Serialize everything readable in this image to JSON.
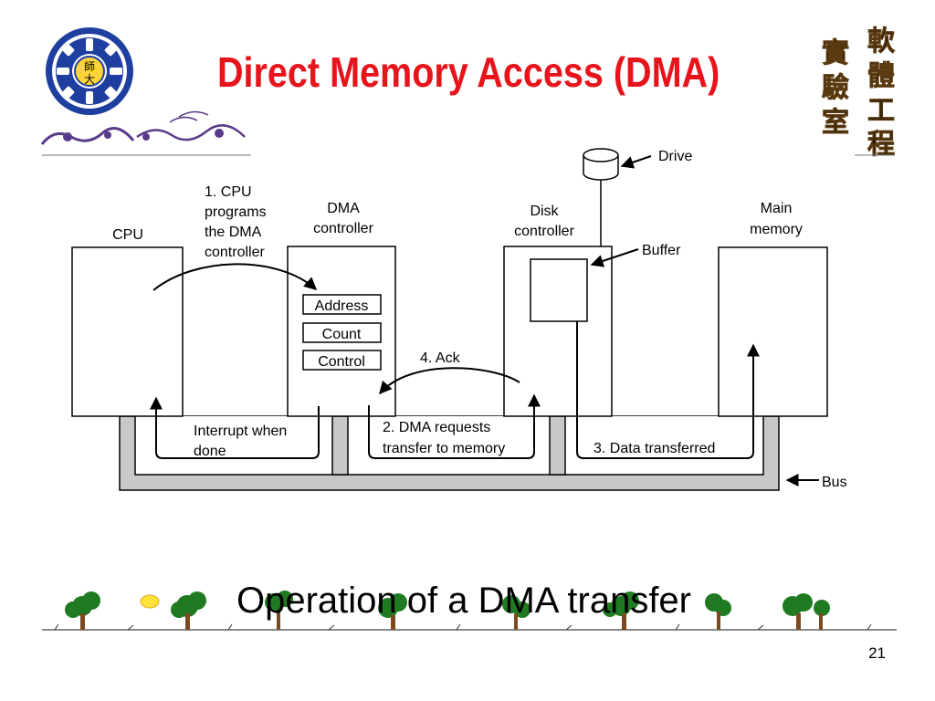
{
  "slide": {
    "title": "Direct Memory Access (DMA)",
    "caption": "Operation of a DMA transfer",
    "page_number": "21"
  },
  "logo_right": {
    "characters": [
      "軟",
      "實",
      "體",
      "驗",
      "工",
      "室",
      "程"
    ]
  },
  "logo_left": {
    "characters": [
      "師",
      "大"
    ]
  },
  "diagram": {
    "cpu": "CPU",
    "dma_controller": [
      "DMA",
      "controller"
    ],
    "registers": [
      "Address",
      "Count",
      "Control"
    ],
    "disk_controller": [
      "Disk",
      "controller"
    ],
    "main_memory": [
      "Main",
      "memory"
    ],
    "drive": "Drive",
    "buffer": "Buffer",
    "bus": "Bus",
    "steps": {
      "step1": [
        "1. CPU",
        "programs",
        "the DMA",
        "controller"
      ],
      "step2": [
        "2. DMA requests",
        "transfer to memory"
      ],
      "step3": "3. Data transferred",
      "step4": "4. Ack",
      "interrupt": [
        "Interrupt when",
        "done"
      ]
    }
  },
  "colors": {
    "title": "#e8141c",
    "bus_fill": "#c8c8c8",
    "logo_blue": "#1e3fa0",
    "logo_gold": "#d49a1a"
  }
}
